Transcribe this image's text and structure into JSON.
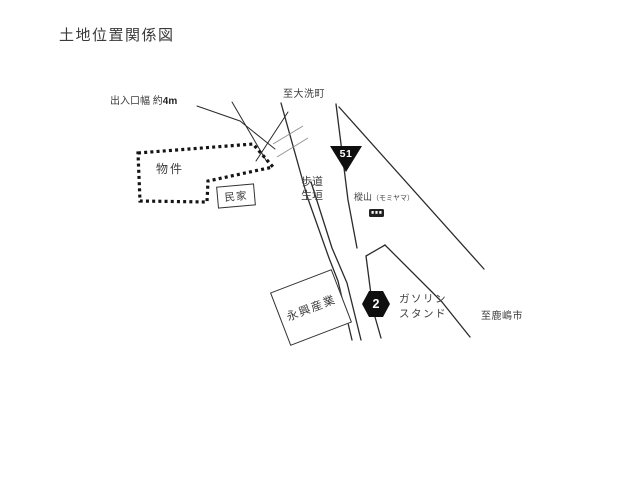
{
  "title": "土地位置関係図",
  "labels": {
    "entrance": {
      "prefix": "出入口幅 約",
      "value": "4m"
    },
    "to_oarai": "至大洗町",
    "property": "物件",
    "private_house": "民家",
    "sidewalk": "歩道",
    "hedge": "生垣",
    "momiyama": {
      "kanji": "樅山",
      "kana": "（モミヤマ）"
    },
    "company": "永興産業",
    "gas_station": {
      "line1": "ガソリン",
      "line2": "スタンド"
    },
    "to_kashima": "至鹿嶋市"
  },
  "route_markers": {
    "route51": "51",
    "route2": "2"
  },
  "icons": {
    "bus_stop": "bus-stop-icon"
  },
  "colors": {
    "line": "#2b2b2b",
    "text": "#3d3d3d",
    "marker_bg": "#0f0f0f",
    "marker_text": "#ffffff",
    "thin_line": "#8f8f8f",
    "background": "#ffffff"
  }
}
